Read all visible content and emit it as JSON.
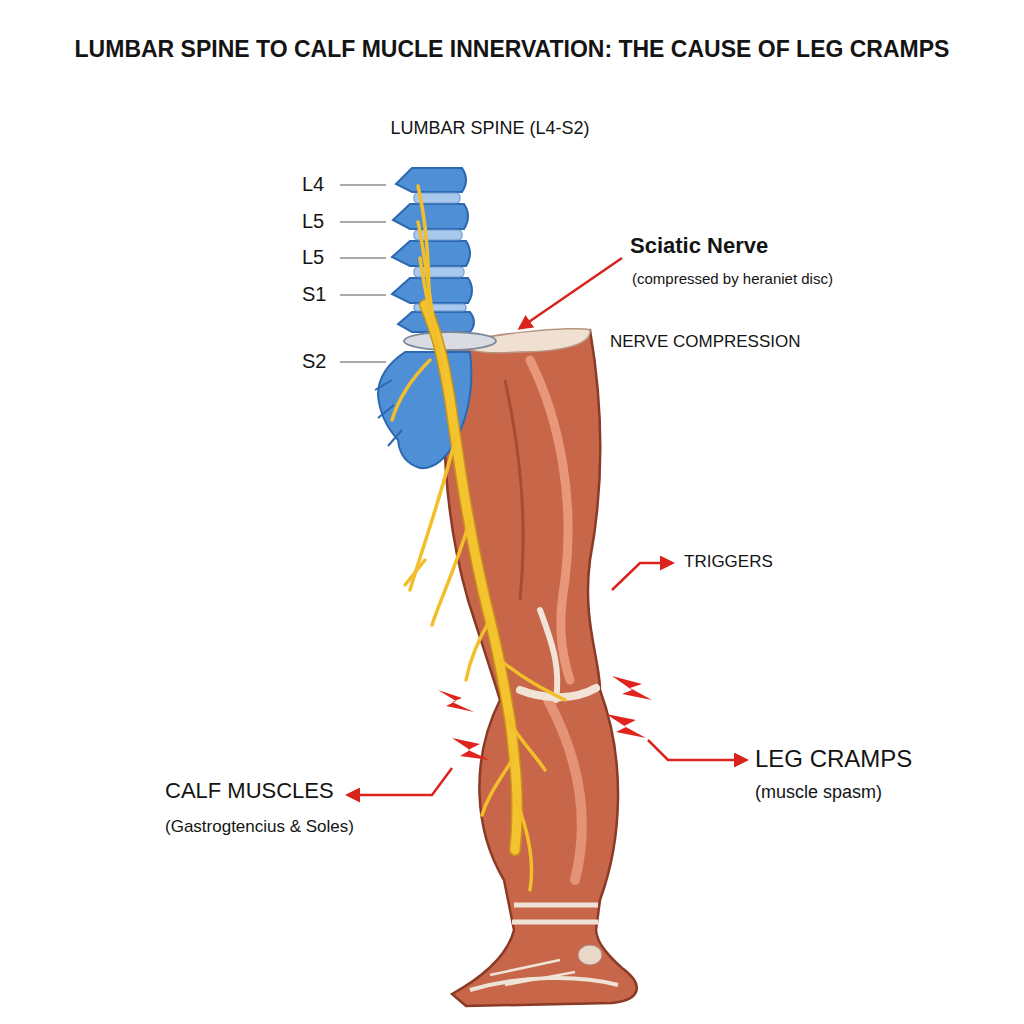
{
  "diagram": {
    "title": "LUMBAR SPINE TO CALF MUCLE INNERVATION: THE CAUSE OF LEG CRAMPS",
    "labels": [
      "LUMBAR SPINE (L4-S2)",
      "L4",
      "L5",
      "L5",
      "S1",
      "S2",
      "Sciatic Nerve",
      "(compressed by heraniet disc)",
      "NERVE COMPRESSION",
      "TRIGGERS",
      "LEG CRAMPS",
      "(muscle spasm)",
      "CALF MUSCLES",
      "(Gastrogtencius & Soles)"
    ]
  }
}
